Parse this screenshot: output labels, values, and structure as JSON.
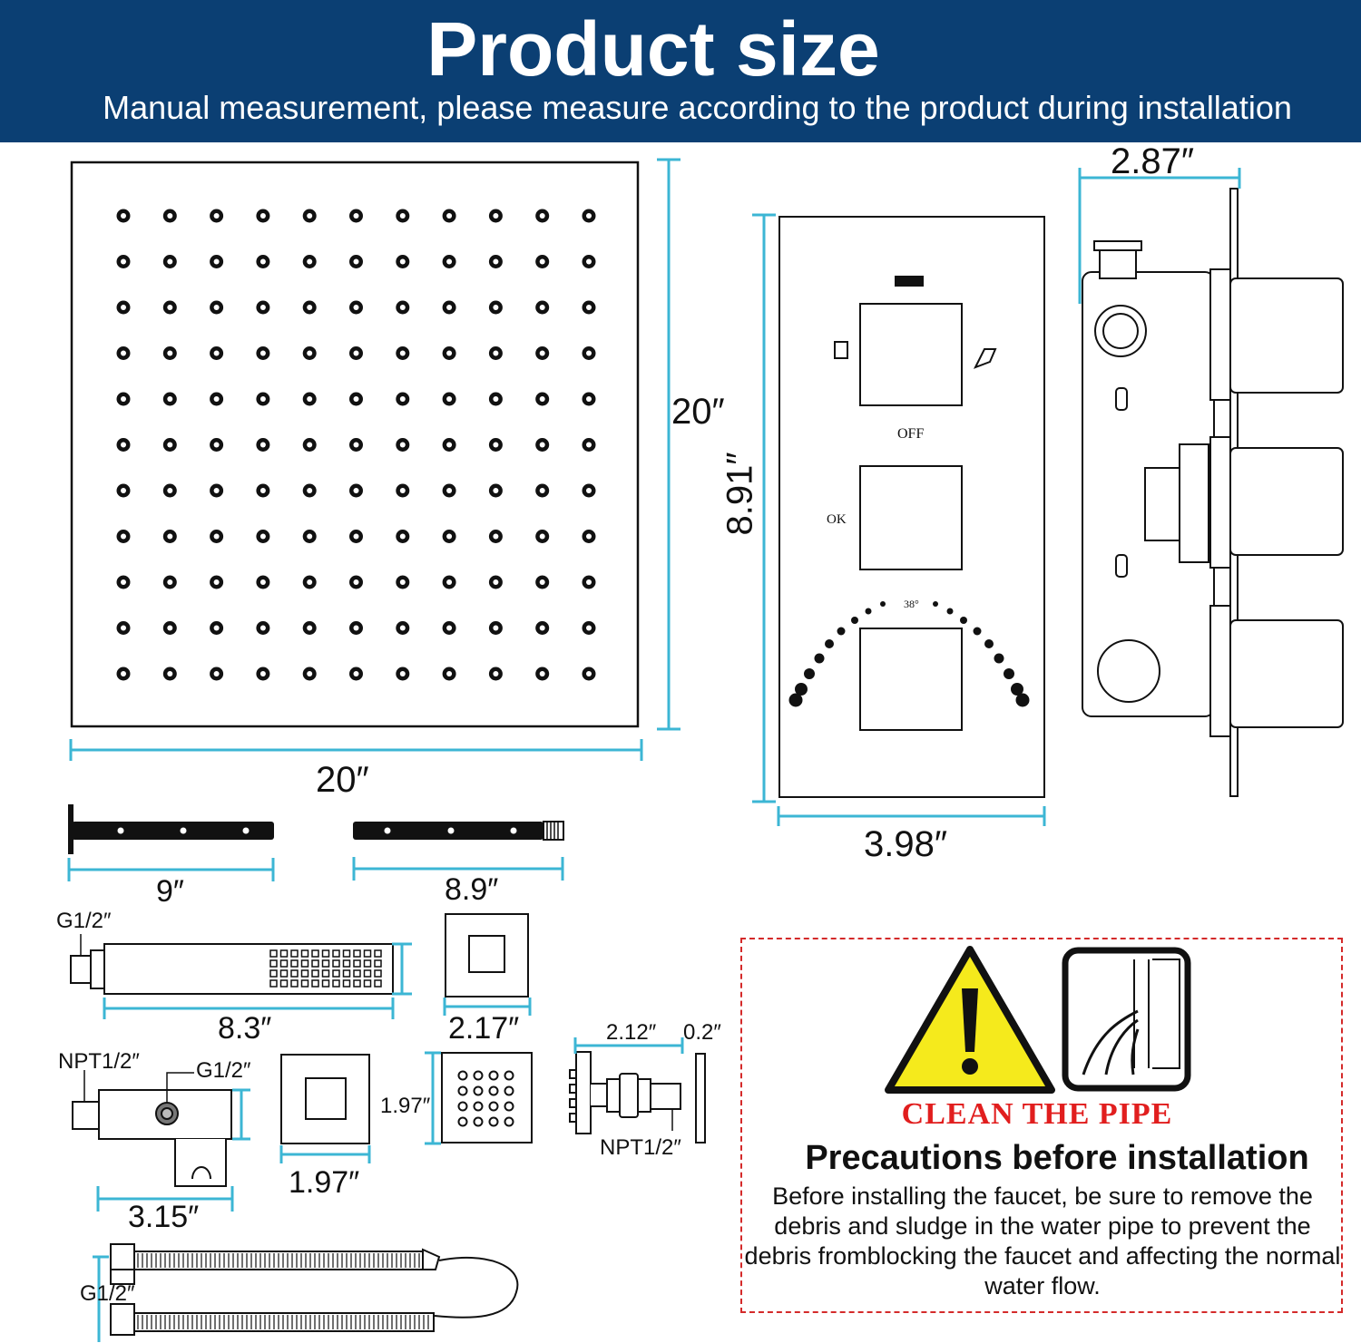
{
  "header": {
    "title": "Product size",
    "subtitle": "Manual measurement, please measure according to the product during installation"
  },
  "colors": {
    "header_bg": "#0b3f73",
    "dimension_line": "#3cb6d4",
    "warning_yellow": "#f5ea1c",
    "notice_red": "#e11e1e"
  },
  "dimensions": {
    "rain_head_height": "20″",
    "rain_head_width": "20″",
    "valve_panel_height": "8.91″",
    "valve_panel_width": "3.98″",
    "valve_depth": "2.87″",
    "arm_length": "9″",
    "extension_length": "8.9″",
    "handheld_thread": "G1/2″",
    "handheld_length": "8.3″",
    "flange_width": "2.17″",
    "holder_inlet_thread": "NPT1/2″",
    "holder_outlet_thread": "G1/2″",
    "holder_length": "3.15″",
    "square_flange_width": "1.97″",
    "body_jet_height": "1.97″",
    "body_jet_length": "2.12″",
    "body_jet_plate": "0.2″",
    "body_jet_thread": "NPT1/2″",
    "hose_thread": "G1/2″"
  },
  "valve_labels": {
    "off": "OFF",
    "ok": "OK",
    "temperature": "38°"
  },
  "notice": {
    "title": "CLEAN THE PIPE",
    "heading": "Precautions before installation",
    "body": "Before installing the faucet, be sure to remove the debris and sludge in the water pipe to prevent the debris fromblocking the faucet and affecting the normal water flow.",
    "icons": [
      "warning-triangle-icon",
      "dirty-pipe-icon"
    ]
  }
}
